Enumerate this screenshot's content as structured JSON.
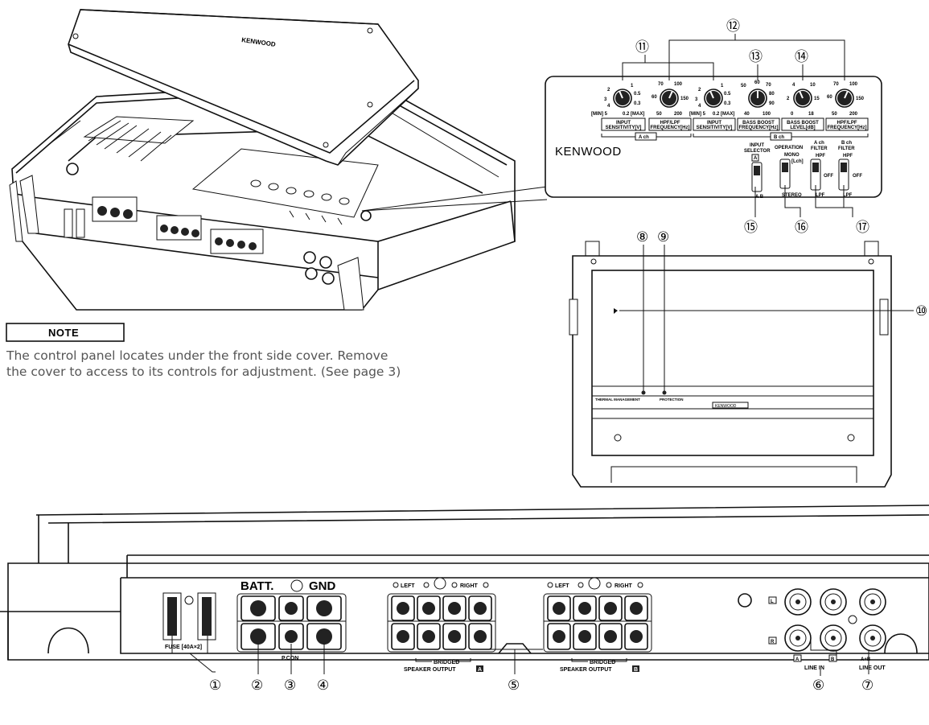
{
  "note": {
    "heading": "NOTE",
    "line1": "The control panel locates under the front side cover. Remove",
    "line2": "the cover to access to its controls for adjustment. (See page 3)"
  },
  "callouts": {
    "c1": "①",
    "c2": "②",
    "c3": "③",
    "c4": "④",
    "c5": "⑤",
    "c6": "⑥",
    "c7": "⑦",
    "c8": "⑧",
    "c9": "⑨",
    "c10": "⑩",
    "c11": "⑪",
    "c12": "⑫",
    "c13": "⑬",
    "c14": "⑭",
    "c15": "⑮",
    "c16": "⑯",
    "c17": "⑰"
  },
  "brand": {
    "name": "KENWOOD",
    "top_cover_logo": "KENWOOD",
    "end_panel_logo": "KENWOOD"
  },
  "control_panel": {
    "knobs": [
      {
        "id": "k1",
        "ticks": [
          "2",
          "1",
          "3",
          "4",
          "[MIN] 5",
          "0.5",
          "0.3",
          "0.2 [MAX]"
        ],
        "label1": "INPUT",
        "label2": "SENSITIVITY[V]"
      },
      {
        "id": "k2",
        "ticks": [
          "70",
          "100",
          "60",
          "50",
          "200",
          "150"
        ],
        "label1": "HPF/LPF",
        "label2": "FREQUENCY[Hz]"
      },
      {
        "id": "k3",
        "ticks": [
          "2",
          "1",
          "3",
          "4",
          "[MIN] 5",
          "0.5",
          "0.3",
          "0.2 [MAX]"
        ],
        "label1": "INPUT",
        "label2": "SENSITIVITY[V]"
      },
      {
        "id": "k4",
        "ticks": [
          "50",
          "60",
          "70",
          "80",
          "90",
          "40",
          "100"
        ],
        "label1": "BASS BOOST",
        "label2": "FREQUENCY[Hz]"
      },
      {
        "id": "k5",
        "ticks": [
          "4",
          "10",
          "2",
          "15",
          "0",
          "18"
        ],
        "label1": "BASS BOOST",
        "label2": "LEVEL[dB]"
      },
      {
        "id": "k6",
        "ticks": [
          "70",
          "100",
          "60",
          "50",
          "200",
          "150"
        ],
        "label1": "HPF/LPF",
        "label2": "FREQUENCY[Hz]"
      }
    ],
    "ach_label": "A ch",
    "bch_label": "B ch",
    "switches": {
      "input_selector": {
        "title1": "INPUT",
        "title2": "SELECTOR",
        "top": "A",
        "bottom": "A B"
      },
      "operation": {
        "title1": "OPERATION",
        "top": "MONO",
        "top_sub": "[Lch]",
        "bottom": "STEREO"
      },
      "a_filter": {
        "title1": "A ch",
        "title2": "FILTER",
        "top": "HPF",
        "mid": "OFF",
        "bottom": "LPF"
      },
      "b_filter": {
        "title1": "B ch",
        "title2": "FILTER",
        "top": "HPF",
        "mid": "OFF",
        "bottom": "LPF"
      }
    }
  },
  "top_view": {
    "thermal": "THERMAL MANAGEMENT",
    "protection": "PROTECTION"
  },
  "end_panel": {
    "batt": "BATT.",
    "gnd": "GND",
    "pcon": "P.CON",
    "fuse": "FUSE [40A×2]",
    "left_a": "LEFT",
    "right_a": "RIGHT",
    "left_b": "LEFT",
    "right_b": "RIGHT",
    "bridged_a": "BRIDGED",
    "bridged_b": "BRIDGED",
    "speaker_output": "SPEAKER OUTPUT",
    "channel_a": "A",
    "channel_b": "B",
    "ch_l": "L",
    "ch_r": "R",
    "line_in": "LINE IN",
    "line_out": "LINE OUT",
    "line_out_sel": "A+B"
  }
}
